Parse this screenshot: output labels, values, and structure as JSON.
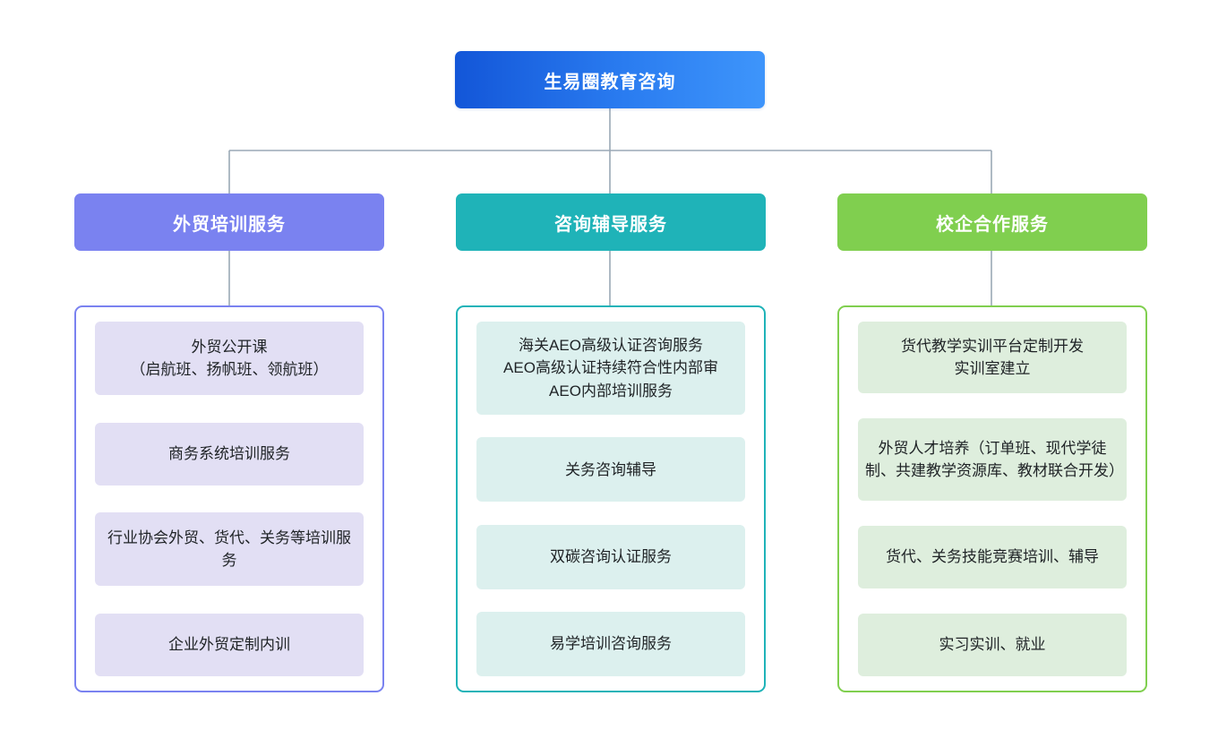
{
  "diagram": {
    "type": "org-chart",
    "root": {
      "label": "生易圈教育咨询",
      "color_start": "#1356d8",
      "color_end": "#3e95fb"
    },
    "connector_color": "#9aa8b5",
    "columns": [
      {
        "header": "外贸培训服务",
        "accent": "#7a82f0",
        "leaf_bg": "#e2dff4",
        "items": [
          "外贸公开课\n（启航班、扬帆班、领航班）",
          "商务系统培训服务",
          "行业协会外贸、货代、关务等培训服务",
          "企业外贸定制内训"
        ]
      },
      {
        "header": "咨询辅导服务",
        "accent": "#1fb3b8",
        "leaf_bg": "#dcf0ee",
        "items": [
          "海关AEO高级认证咨询服务\nAEO高级认证持续符合性内部审\nAEO内部培训服务",
          "关务咨询辅导",
          "双碳咨询认证服务",
          "易学培训咨询服务"
        ]
      },
      {
        "header": "校企合作服务",
        "accent": "#80cf4f",
        "leaf_bg": "#deeedd",
        "items": [
          "货代教学实训平台定制开发\n实训室建立",
          "外贸人才培养（订单班、现代学徒制、共建教学资源库、教材联合开发）",
          "货代、关务技能竞赛培训、辅导",
          "实习实训、就业"
        ]
      }
    ]
  }
}
